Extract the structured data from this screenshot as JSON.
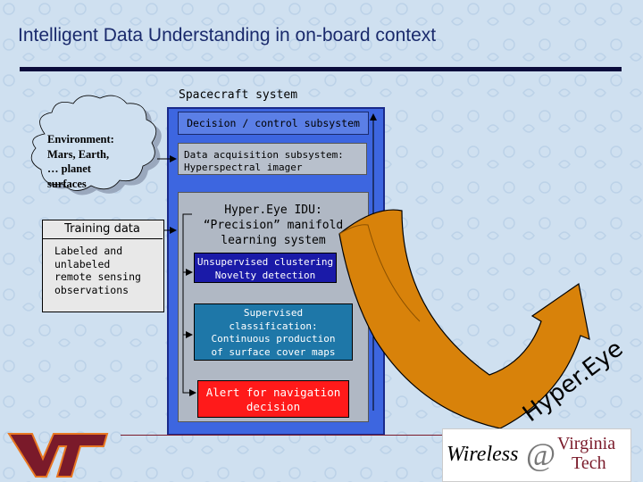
{
  "slide": {
    "title": "Intelligent Data Understanding in on-board context"
  },
  "diagram": {
    "spacecraft_label": "Spacecraft system",
    "decision_subsystem": "Decision / control subsystem",
    "acquisition_line1": "Data acquisition subsystem:",
    "acquisition_line2": "Hyperspectral imager",
    "idu_line1": "Hyper.Eye IDU:",
    "idu_line2": "“Precision” manifold",
    "idu_line3": "learning system",
    "clustering_line1": "Unsupervised clustering",
    "clustering_line2": "Novelty detection",
    "classification_line1": "Supervised",
    "classification_line2": "classification:",
    "classification_line3": "Continuous production",
    "classification_line4": "of surface cover maps",
    "alert_line1": "Alert for navigation",
    "alert_line2": "decision",
    "environment_line1": "Environment:",
    "environment_line2": "Mars, Earth,",
    "environment_line3": "… planet",
    "environment_line4": "surfaces",
    "training_header": "Training data",
    "training_line1": "Labeled and",
    "training_line2": "unlabeled",
    "training_line3": "remote sensing",
    "training_line4": "observations",
    "arrow_label": "Hyper.Eye"
  },
  "logos": {
    "vt_logo_text": "VT",
    "wireless_word": "Wireless",
    "at_symbol": "@",
    "virginia_word": "Virginia",
    "tech_word": "Tech"
  },
  "colors": {
    "background": "#cfe0f0",
    "title": "#1a2a6c",
    "spacecraft_box": "#3d66e0",
    "clustering_box": "#1a1aa8",
    "classification_box": "#1e77a8",
    "alert_box": "#ff1a1a",
    "arrow": "#d8820a",
    "vt_maroon": "#7a1a2a"
  }
}
